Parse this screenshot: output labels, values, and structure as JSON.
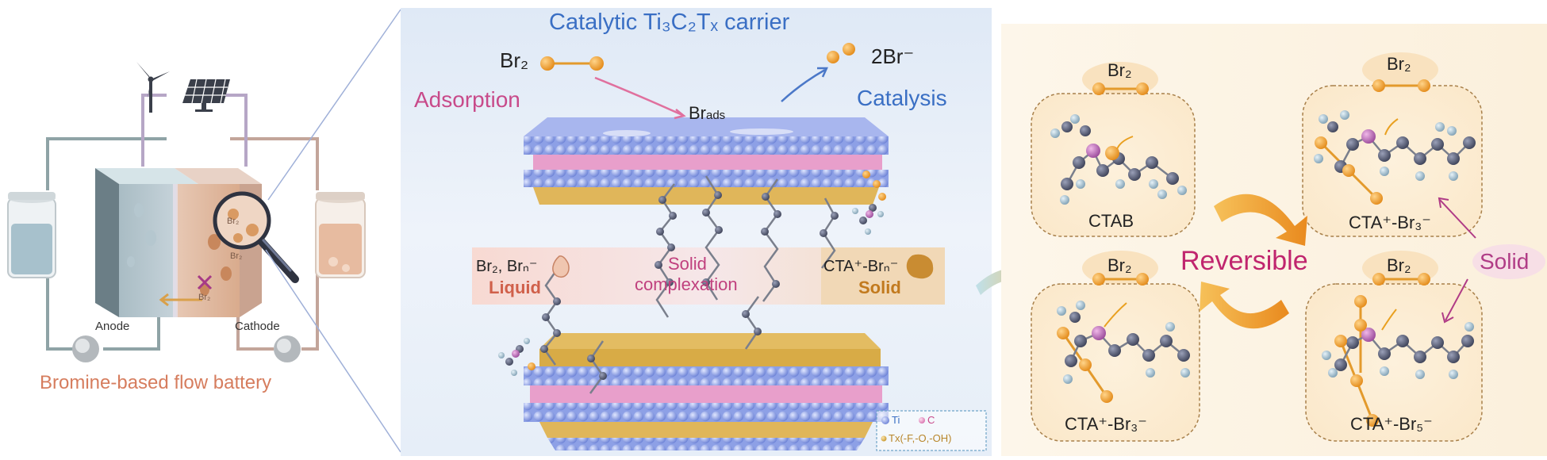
{
  "left_panel": {
    "title": "Bromine-based flow battery",
    "anode_label": "Anode",
    "cathode_label": "Cathode",
    "cell_br_top": "Br₂",
    "cell_br_mid": "Br₂",
    "cell_br_arrow": "Br₂",
    "wind_icon": "wind-turbine-icon",
    "solar_icon": "solar-panel-icon"
  },
  "middle_panel": {
    "title": "Catalytic Ti₃C₂Tₓ carrier",
    "br2_label": "Br₂",
    "product_label": "2Br⁻",
    "adsorption_label": "Adsorption",
    "catalysis_label": "Catalysis",
    "brads_label": "Br",
    "brads_sub": "ads",
    "liquid_species": "Br₂, Brₙ⁻",
    "liquid_label": "Liquid",
    "complex_line1": "Solid",
    "complex_line2": "complexation",
    "solid_species": "CTA⁺-Brₙ⁻",
    "solid_label": "Solid",
    "legend": {
      "ti": "Ti",
      "c": "C",
      "tx": "Tx(-F,-O,-OH)"
    }
  },
  "right_panel": {
    "reversible_label": "Reversible",
    "solid_label": "Solid",
    "boxes": [
      {
        "br_label": "Br₂",
        "caption": "CTAB"
      },
      {
        "br_label": "Br₂",
        "caption": "CTA⁺-Br₃⁻"
      },
      {
        "br_label": "Br₂",
        "caption": "CTA⁺-Br₃⁻"
      },
      {
        "br_label": "Br₂",
        "caption": "CTA⁺-Br₅⁻"
      }
    ]
  },
  "colors": {
    "ti_blue": "#7f93e0",
    "c_pink": "#e48cc0",
    "tx_gold": "#d8ac4a",
    "br_orange": "#f0a030",
    "title_blue": "#3a6fc4",
    "adsorption_pink": "#c84a8a",
    "reversible_pink": "#c0256e",
    "battery_orange": "#d67d5e",
    "liquid_red": "#d0604a",
    "solid_brown": "#c27a1e"
  }
}
